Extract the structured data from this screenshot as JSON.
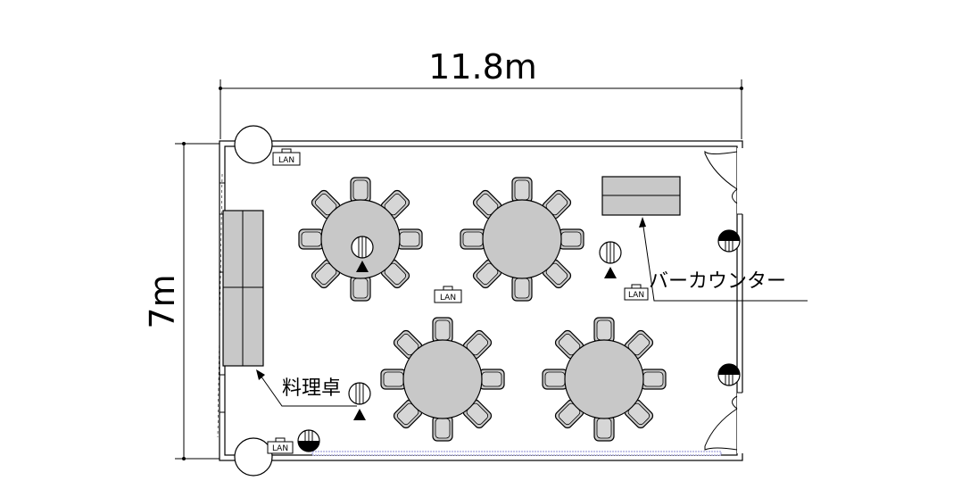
{
  "dimensions": {
    "width_label": "11.8m",
    "height_label": "7m"
  },
  "labels": {
    "bar_counter": "バーカウンター",
    "cooking_table": "料理卓",
    "lan": "LAN"
  },
  "colors": {
    "table_fill": "#c8c8c8",
    "chair_fill": "#c8c8c8",
    "line": "#000000",
    "window_line": "#8a8ad0"
  }
}
